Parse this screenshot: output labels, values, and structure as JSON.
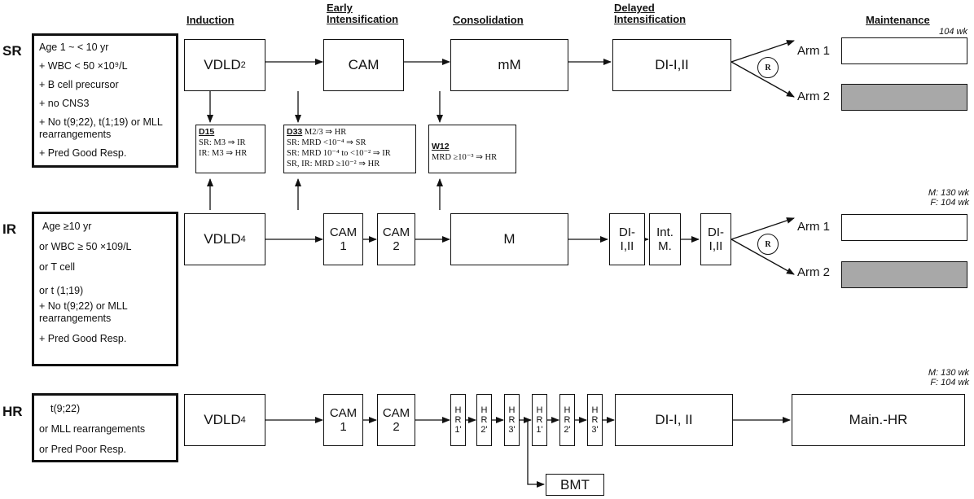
{
  "phases": {
    "induction": "Induction",
    "early1": "Early",
    "early2": "Intensification",
    "consolidation": "Consolidation",
    "delayed1": "Delayed",
    "delayed2": "Intensification",
    "maintenance": "Maintenance"
  },
  "risk_groups": {
    "sr": "SR",
    "ir": "IR",
    "hr": "HR"
  },
  "criteria": {
    "sr": [
      "Age 1 ~ < 10 yr",
      "+ WBC < 50 ×10⁹/L",
      "+ B cell precursor",
      "+ no CNS3",
      "+ No t(9;22), t(1;19) or MLL",
      "rearrangements",
      "+ Pred Good Resp."
    ],
    "ir": [
      "Age ≥10 yr",
      "or WBC ≥ 50 ×109/L",
      "or T cell",
      "or t (1;19)",
      "+ No t(9;22) or MLL",
      "rearrangements",
      "+ Pred Good Resp."
    ],
    "hr": [
      "t(9;22)",
      "or MLL rearrangements",
      "or Pred Poor Resp."
    ]
  },
  "sr_row": {
    "vdld_base": "VDLD",
    "vdld_sub": "2",
    "cam": "CAM",
    "mm": "mM",
    "di": "DI-I,II"
  },
  "ir_row": {
    "vdld_base": "VDLD",
    "vdld_sub": "4",
    "cam_a": "CAM",
    "cam_a_n": "1",
    "cam_b": "CAM",
    "cam_b_n": "2",
    "m": "M",
    "di_a1": "DI-",
    "di_a2": "I,II",
    "int1": "Int.",
    "int2": "M.",
    "di_b1": "DI-",
    "di_b2": "I,II"
  },
  "hr_row": {
    "vdld_base": "VDLD",
    "vdld_sub": "4",
    "cam_a": "CAM",
    "cam_a_n": "1",
    "cam_b": "CAM",
    "cam_b_n": "2",
    "hr_blocks": [
      {
        "l1": "H",
        "l2": "R",
        "l3": "1'"
      },
      {
        "l1": "H",
        "l2": "R",
        "l3": "2'"
      },
      {
        "l1": "H",
        "l2": "R",
        "l3": "3'"
      },
      {
        "l1": "H",
        "l2": "R",
        "l3": "1'"
      },
      {
        "l1": "H",
        "l2": "R",
        "l3": "2'"
      },
      {
        "l1": "H",
        "l2": "R",
        "l3": "3'"
      }
    ],
    "di": "DI-I, II",
    "main": "Main.-HR",
    "bmt": "BMT"
  },
  "evaluations": {
    "d15": {
      "title": "D15",
      "lines": [
        "SR: M3 ⇒ IR",
        "IR: M3 ⇒ HR"
      ]
    },
    "d33": {
      "title": "D33",
      "title_rest": "  M2/3 ⇒ HR",
      "lines": [
        "SR: MRD <10⁻⁴ ⇒ SR",
        "SR: MRD 10⁻⁴ to <10⁻² ⇒ IR",
        "SR, IR: MRD ≥10⁻² ⇒ HR"
      ]
    },
    "w12": {
      "title": "W12",
      "lines": [
        "MRD ≥10⁻³ ⇒ HR"
      ]
    }
  },
  "arms": {
    "arm1": "Arm 1",
    "arm2": "Arm 2",
    "random": "R"
  },
  "durations": {
    "sr": "104 wk",
    "ir_m": "M: 130 wk",
    "ir_f": "F: 104 wk",
    "hr_m": "M: 130 wk",
    "hr_f": "F: 104 wk"
  }
}
